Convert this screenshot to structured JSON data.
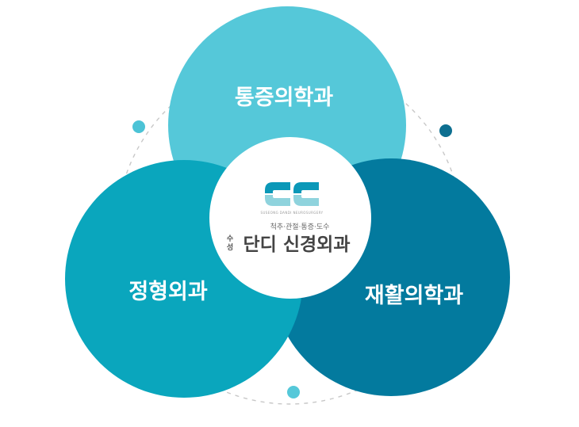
{
  "colors": {
    "top_circle": "#55c8d9",
    "left_circle": "#0aa6bd",
    "right_circle": "#037a9e",
    "center_circle": "#ffffff",
    "dash_ring": "#c8c8c8",
    "dot_left": "#4cc3d6",
    "dot_right": "#0d6f90",
    "dot_bottom": "#55c8d9",
    "logo_upper": "#0b98b8",
    "logo_lower": "#8fd3dd"
  },
  "circles": {
    "top": {
      "label": "통증의학과"
    },
    "left": {
      "label": "정형외과"
    },
    "right": {
      "label": "재활의학과"
    }
  },
  "logo": {
    "tiny_text": "SUSEONG DANDI NEUROSURGERY",
    "tagline": "척추·관절·통증·도수",
    "prefix_top": "수",
    "prefix_bottom": "성",
    "name": "단디 신경외과"
  }
}
